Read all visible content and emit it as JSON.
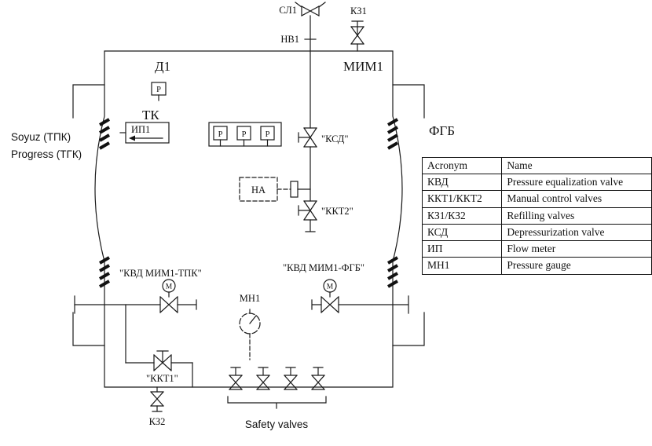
{
  "labels": {
    "sl1": "СЛ1",
    "kz1": "КЗ1",
    "nv1": "НВ1",
    "d1": "Д1",
    "mim1": "МИМ1",
    "tk": "ТК",
    "ip1": "ИП1",
    "ksd": "\"КСД\"",
    "na": "НА",
    "kkt2": "\"ККТ2\"",
    "soyuz": "Soyuz (ТПК)",
    "progress": "Progress (ТГК)",
    "fgb": "ФГБ",
    "kvd_mim1_tpk": "\"КВД МИМ1-ТПК\"",
    "kvd_mim1_fgb": "\"КВД МИМ1-ФГБ\"",
    "mn1": "МН1",
    "kkt1": "\"ККТ1\"",
    "kz2": "КЗ2",
    "safety_valves": "Safety valves",
    "p_sensor": "Р",
    "motor": "М"
  },
  "table": {
    "headers": [
      "Acronym",
      "Name"
    ],
    "rows": [
      {
        "acronym": "КВД",
        "name": "Pressure equalization valve"
      },
      {
        "acronym": "ККТ1/ККТ2",
        "name": "Manual control valves"
      },
      {
        "acronym": "КЗ1/КЗ2",
        "name": "Refilling valves"
      },
      {
        "acronym": "КСД",
        "name": "Depressurization valve"
      },
      {
        "acronym": "ИП",
        "name": "Flow meter"
      },
      {
        "acronym": "МН1",
        "name": "Pressure gauge"
      }
    ]
  },
  "colors": {
    "line": "#1a1a1a",
    "background": "#ffffff"
  }
}
